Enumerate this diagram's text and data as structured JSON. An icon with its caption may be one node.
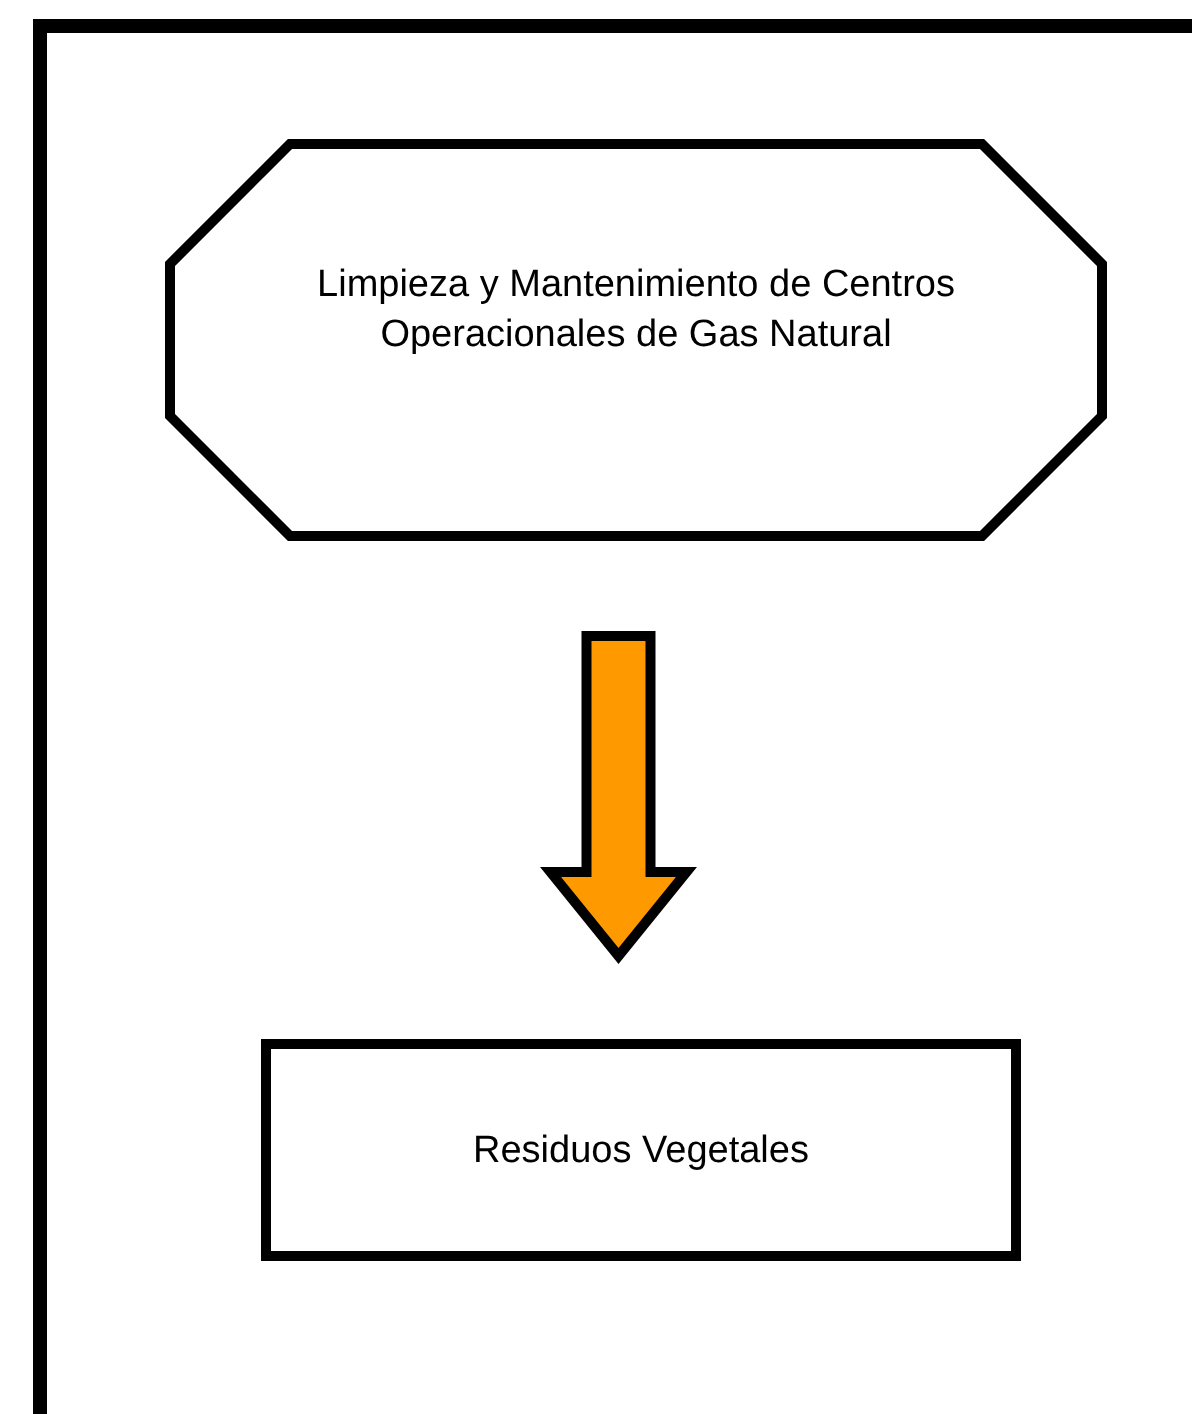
{
  "diagram": {
    "nodes": [
      {
        "text": [
          "Limpieza y Mantenimiento de Centros Operacionales de Gas Natural"
        ]
      },
      {
        "text": [
          "Residuos Vegetales"
        ]
      }
    ],
    "edges": [
      {
        "from": 0,
        "to": 1,
        "arrow": "to",
        "style": "thick",
        "color": "#ff9900"
      }
    ]
  }
}
